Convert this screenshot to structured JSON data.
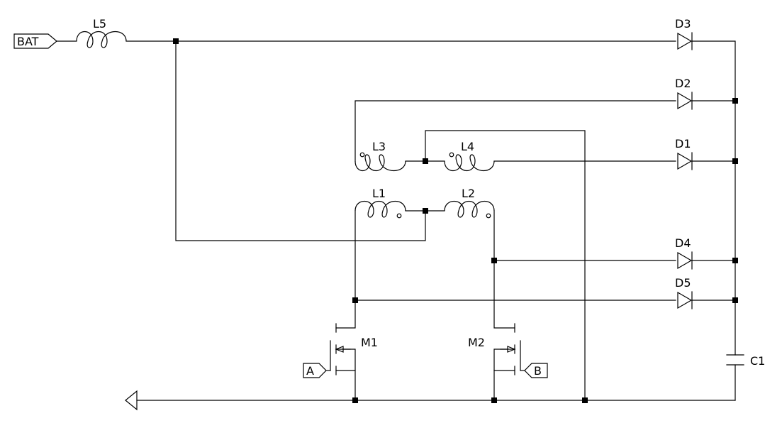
{
  "ports": {
    "bat": "BAT",
    "a": "A",
    "b": "B"
  },
  "labels": {
    "L1": "L1",
    "L2": "L2",
    "L3": "L3",
    "L4": "L4",
    "L5": "L5",
    "D1": "D1",
    "D2": "D2",
    "D3": "D3",
    "D4": "D4",
    "D5": "D5",
    "M1": "M1",
    "M2": "M2",
    "C1": "C1"
  }
}
